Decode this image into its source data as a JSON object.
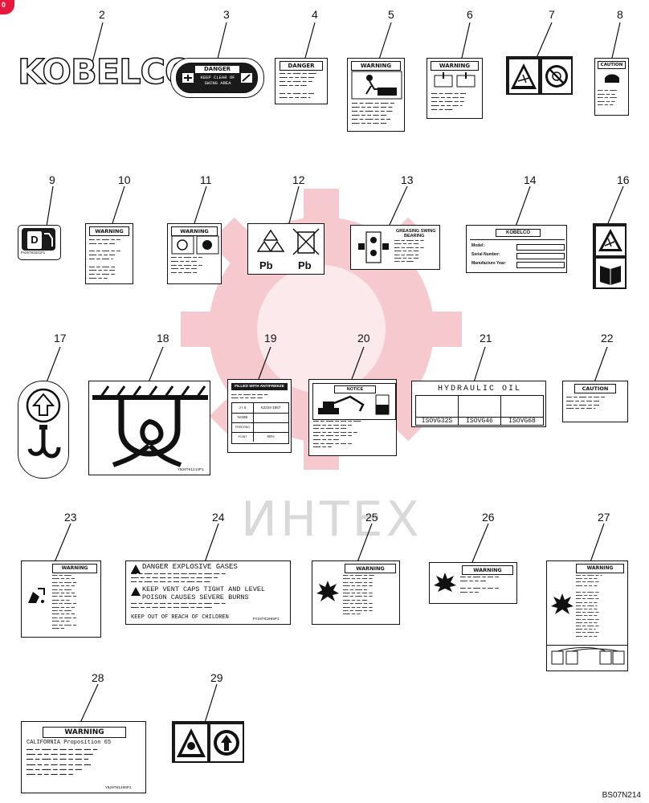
{
  "corner_badge": "0",
  "figure_code": "BS07N214",
  "watermark": "ИНТЕХ",
  "items": {
    "n2": "2",
    "n3": "3",
    "n4": "4",
    "n5": "5",
    "n6": "6",
    "n7": "7",
    "n8": "8",
    "n9": "9",
    "n10": "10",
    "n11": "11",
    "n12": "12",
    "n13": "13",
    "n14": "14",
    "n16": "16",
    "n17": "17",
    "n18": "18",
    "n19": "19",
    "n20": "20",
    "n21": "21",
    "n22": "22",
    "n23": "23",
    "n24": "24",
    "n25": "25",
    "n26": "26",
    "n27": "27",
    "n28": "28",
    "n29": "29"
  },
  "labels": {
    "kobelco": "KOBELCO",
    "danger": "DANGER",
    "keep_clear": "KEEP CLEAR OF",
    "swing_area": "SWING AREA",
    "warning": "WARNING",
    "caution": "CAUTION",
    "notice": "NOTICE",
    "pb": "Pb",
    "fuel_letter": "D",
    "greasing_swing": "GREASING SWING",
    "bearing": "BEARING",
    "kobelco_plate": "KOBELCO",
    "model": "Model:",
    "serial_number": "Serial Number:",
    "manufacture_year": "Manufacture Year:",
    "filled_antifreeze": "FILLED WITH ANTIFREEZE",
    "jis": "J I S",
    "k2234": "K2234-1987",
    "name": "NAME",
    "freezing_point": "FREEZING POINT",
    "percent": "50%",
    "hydraulic_oil": "HYDRAULIC OIL",
    "iso32": "ISOVG32S",
    "iso46": "ISOVG46",
    "iso68": "ISOVG68",
    "danger_gases": "DANGER EXPLOSIVE GASES",
    "keep_vent": "KEEP VENT CAPS TIGHT AND LEVEL",
    "poison": "POISON CAUSES SEVERE BURNS",
    "keep_out": "KEEP OUT OF REACH OF CHILDREN",
    "california": "CALIFORNIA Proposition 65",
    "code_18": "YN20T01213P1",
    "code_24": "PY20T01069P1",
    "code_28": "YN20T01405P1",
    "code_9": "PA20T01631P1"
  }
}
